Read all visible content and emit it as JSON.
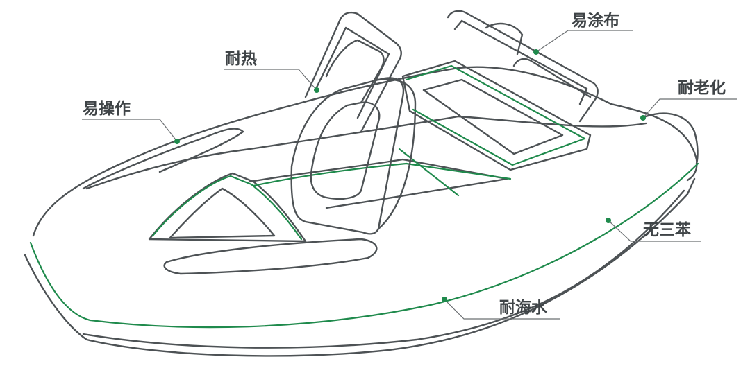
{
  "callouts": {
    "easy_coat": "易涂布",
    "heat_resistant": "耐热",
    "easy_operate": "易操作",
    "anti_aging": "耐老化",
    "benzene_free": "无三苯",
    "seawater_resistant": "耐海水"
  },
  "colors": {
    "outline": "#4d5255",
    "trim": "#1f8a4c",
    "leader": "#6b6f72",
    "text": "#3f4447"
  }
}
